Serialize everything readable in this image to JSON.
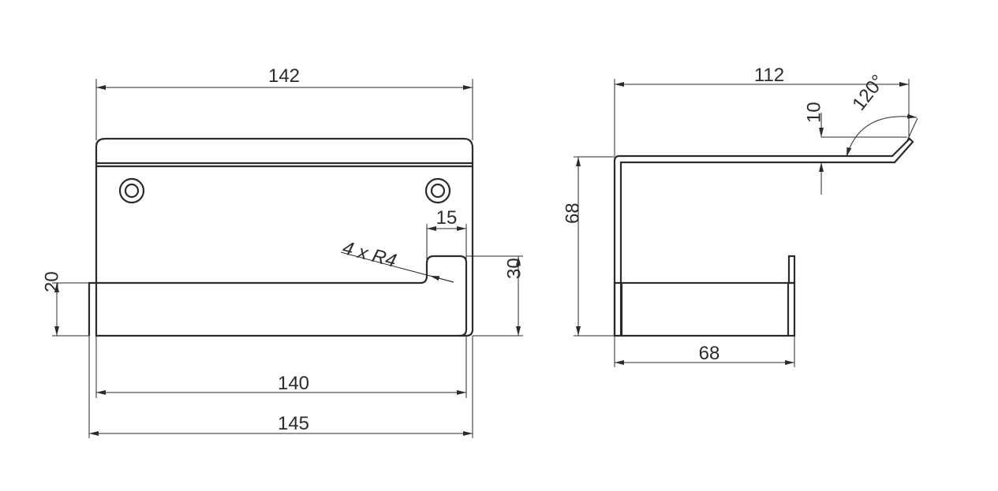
{
  "drawing": {
    "front_view": {
      "width_top": "142",
      "width_bottom_inner": "140",
      "width_overall": "145",
      "strip_height": "20",
      "slot_height": "30",
      "slot_width": "15",
      "radius_note": "4 x R4"
    },
    "side_view": {
      "depth_overall": "112",
      "height": "68",
      "base_depth": "68",
      "lip_height": "10",
      "bend_angle": "120°"
    }
  }
}
